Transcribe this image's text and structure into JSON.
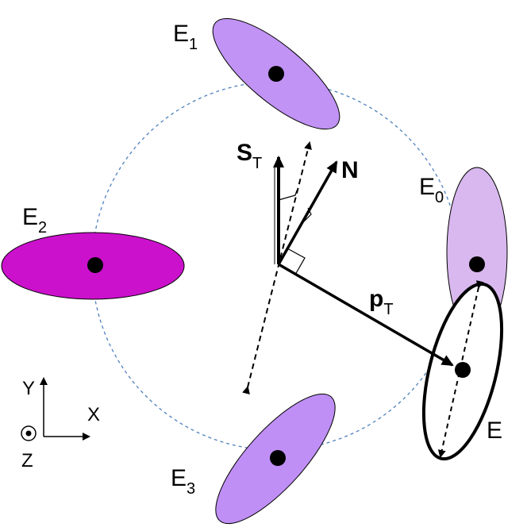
{
  "labels": {
    "E0": {
      "main": "E",
      "sub": "0"
    },
    "E1": {
      "main": "E",
      "sub": "1"
    },
    "E2": {
      "main": "E",
      "sub": "2"
    },
    "E3": {
      "main": "E",
      "sub": "3"
    },
    "E": {
      "main": "E"
    },
    "N": {
      "main": "N"
    },
    "ST": {
      "main": "S",
      "sub": "T"
    },
    "pT": {
      "main": "p",
      "sub": "T"
    }
  },
  "axes": {
    "x": "X",
    "y": "Y",
    "z": "Z"
  },
  "colors": {
    "E0_fill": "#d8b8ee",
    "E1_fill": "#c193f5",
    "E2_fill": "#cc11cc",
    "E3_fill": "#bf8ff5",
    "E_fill": "#ffffff",
    "circle_stroke": "#4f81bd",
    "ink": "#000000"
  }
}
